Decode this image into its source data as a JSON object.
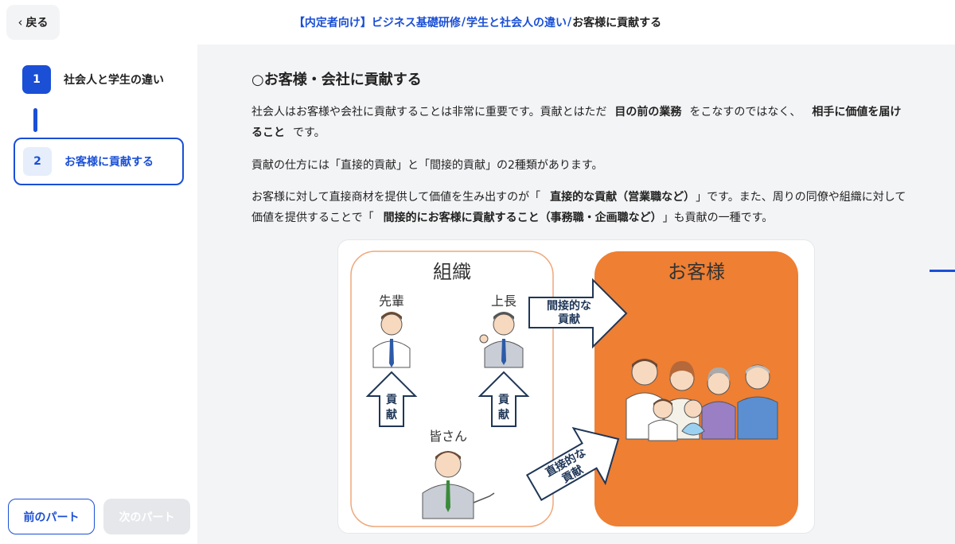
{
  "header": {
    "back_label": "戻る",
    "breadcrumb": [
      {
        "label": "【内定者向け】ビジネス基礎研修",
        "link": true
      },
      {
        "label": "学生と社会人の違い",
        "link": true
      },
      {
        "label": "お客様に貢献する",
        "link": false
      }
    ],
    "separator": "/"
  },
  "sidebar": {
    "steps": [
      {
        "number": "1",
        "label": "社会人と学生の違い"
      },
      {
        "number": "2",
        "label": "お客様に貢献する"
      }
    ],
    "prev_label": "前のパート",
    "next_label": "次のパート"
  },
  "content": {
    "heading": "○お客様・会社に貢献する",
    "p1": {
      "a": "社会人はお客様や会社に貢献することは非常に重要です。貢献とはただ",
      "b": "目の前の業務",
      "c": "をこなすのではなく、",
      "d": "相手に価値を届けること",
      "e": "です。"
    },
    "p2": "貢献の仕方には「直接的貢献」と「間接的貢献」の2種類があります。",
    "p3": {
      "a": "お客様に対して直接商材を提供して価値を生み出すのが「",
      "b": "直接的な貢献（営業職など）",
      "c": "」です。また、周りの同僚や組織に対して価値を提供することで「",
      "d": "間接的にお客様に貢献すること（事務職・企画職など）",
      "e": "」も貢献の一種です。"
    }
  },
  "figure": {
    "org_title": "組織",
    "customer_title": "お客様",
    "senior_label": "先輩",
    "boss_label": "上長",
    "everyone_label": "皆さん",
    "contribution_label_1": "貢",
    "contribution_label_2": "献",
    "indirect_line1": "間接的な",
    "indirect_line2": "貢献",
    "direct_line1": "直接的な",
    "direct_line2": "貢献",
    "colors": {
      "org_border": "#f0a77a",
      "customer_fill": "#ee7f33",
      "arrow_stroke": "#1f3657",
      "accent": "#1a4fd6"
    }
  }
}
